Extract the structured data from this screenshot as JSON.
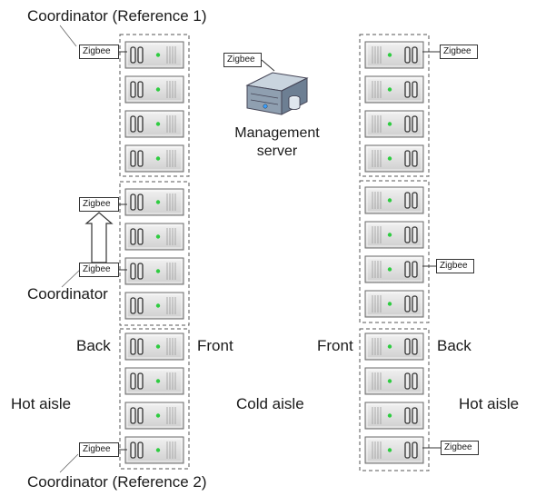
{
  "labels": {
    "coordinator_ref1": "Coordinator (Reference 1)",
    "coordinator": "Coordinator",
    "coordinator_ref2": "Coordinator (Reference 2)",
    "management_server_line1": "Management",
    "management_server_line2": "server",
    "back_left": "Back",
    "front_left": "Front",
    "front_right": "Front",
    "back_right": "Back",
    "hot_aisle_left": "Hot aisle",
    "cold_aisle": "Cold aisle",
    "hot_aisle_right": "Hot aisle"
  },
  "zigbee": {
    "tag_text": "Zigbee"
  },
  "left_rack": {
    "groups": 3,
    "servers_per_group": 4
  },
  "right_rack": {
    "groups": 3,
    "servers_per_group": 4
  },
  "colors": {
    "led": "#2ecc40",
    "server_body": "#e4e4e4",
    "dashed_border": "#555555"
  }
}
